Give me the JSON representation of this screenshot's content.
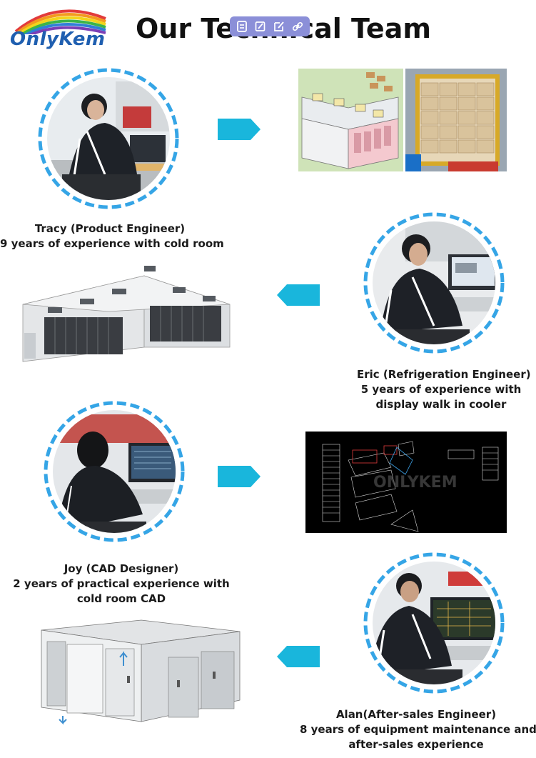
{
  "brand": {
    "logo_text": "OnlyKem"
  },
  "page_title": "Our Technical Team",
  "toolbar": {
    "icons": [
      "document-icon",
      "edit-box-icon",
      "pencil-icon",
      "link-icon"
    ]
  },
  "colors": {
    "accent_blue": "#35a5e6",
    "arrow_cyan": "#19b6dc",
    "logo_blue": "#1f5fb0",
    "toolbar_bg": "#8b8fd8"
  },
  "team": [
    {
      "name_role": "Tracy (Product Engineer)",
      "line2": "9 years of experience with cold room",
      "line3": "",
      "work_image": "container-loading-plan-icon",
      "arrow_direction": "right"
    },
    {
      "name_role": "Eric (Refrigeration Engineer)",
      "line2": "5 years of experience with",
      "line3": "display walk in cooler",
      "work_image": "display-walk-in-cooler-icon",
      "arrow_direction": "left"
    },
    {
      "name_role": "Joy (CAD Designer)",
      "line2": "2 years of practical experience with",
      "line3": "cold room CAD",
      "work_image": "cad-drawing-icon",
      "cad_watermark": "ONLYKEM",
      "arrow_direction": "right"
    },
    {
      "name_role": "Alan(After-sales Engineer)",
      "line2": "8 years of equipment maintenance and",
      "line3": "after-sales experience",
      "work_image": "cold-room-panel-assembly-icon",
      "arrow_direction": "left"
    }
  ]
}
